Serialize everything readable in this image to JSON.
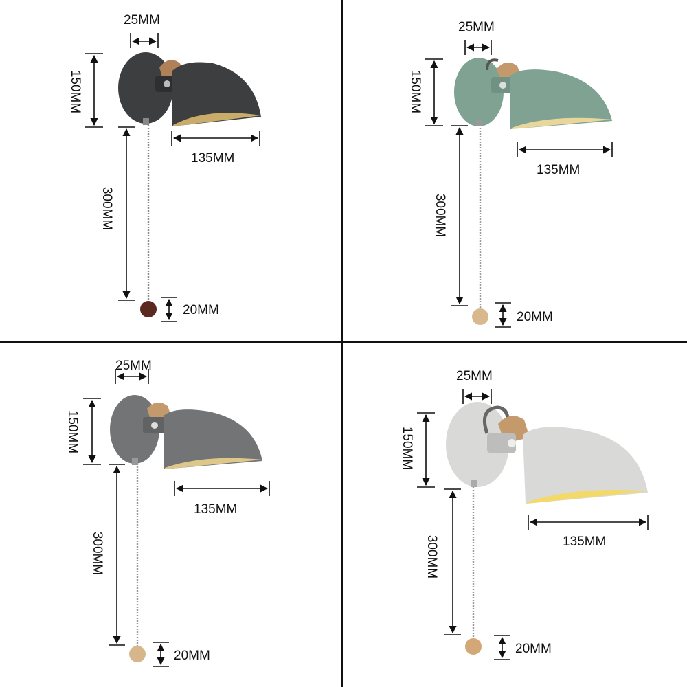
{
  "products": [
    {
      "color_name": "black",
      "body_color": "#3d3e40",
      "inner_color": "#c9ab6a",
      "pull_ball_color": "#5a2a20",
      "labels": {
        "mount": "25MM",
        "height": "150MM",
        "shade": "135MM",
        "chain": "300MM",
        "ball": "20MM"
      }
    },
    {
      "color_name": "green",
      "body_color": "#7fa293",
      "inner_color": "#e9d69a",
      "pull_ball_color": "#d8b98d",
      "labels": {
        "mount": "25MM",
        "height": "150MM",
        "shade": "135MM",
        "chain": "300MM",
        "ball": "20MM"
      }
    },
    {
      "color_name": "grey",
      "body_color": "#727476",
      "inner_color": "#ddc88a",
      "pull_ball_color": "#d6b68a",
      "labels": {
        "mount": "25MM",
        "height": "150MM",
        "shade": "135MM",
        "chain": "300MM",
        "ball": "20MM"
      }
    },
    {
      "color_name": "white",
      "body_color": "#d9d9d7",
      "inner_color": "#f2d968",
      "pull_ball_color": "#d4a777",
      "labels": {
        "mount": "25MM",
        "height": "150MM",
        "shade": "135MM",
        "chain": "300MM",
        "ball": "20MM"
      }
    }
  ]
}
